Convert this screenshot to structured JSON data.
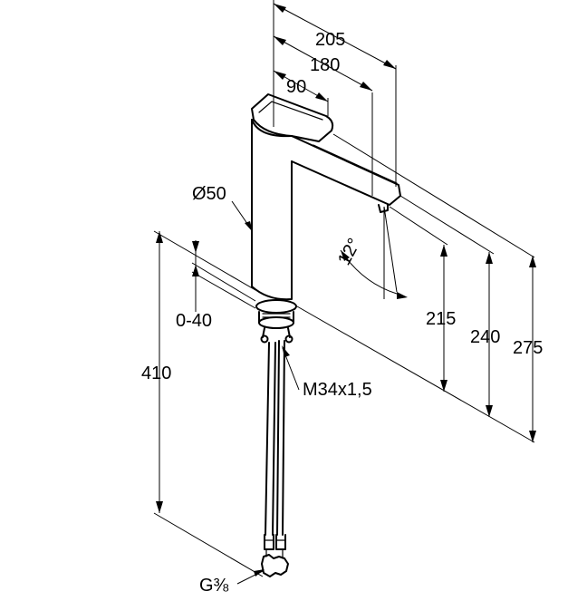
{
  "dimensions": {
    "overall_width": "205",
    "spout_reach": "180",
    "lever_length": "90",
    "body_diameter": "Ø50",
    "spout_angle": "12°",
    "deck_thickness": "0-40",
    "hose_length": "410",
    "spout_height": "215",
    "outlet_height": "240",
    "total_height": "275",
    "thread": "M34x1,5",
    "connection": "G⅜"
  }
}
